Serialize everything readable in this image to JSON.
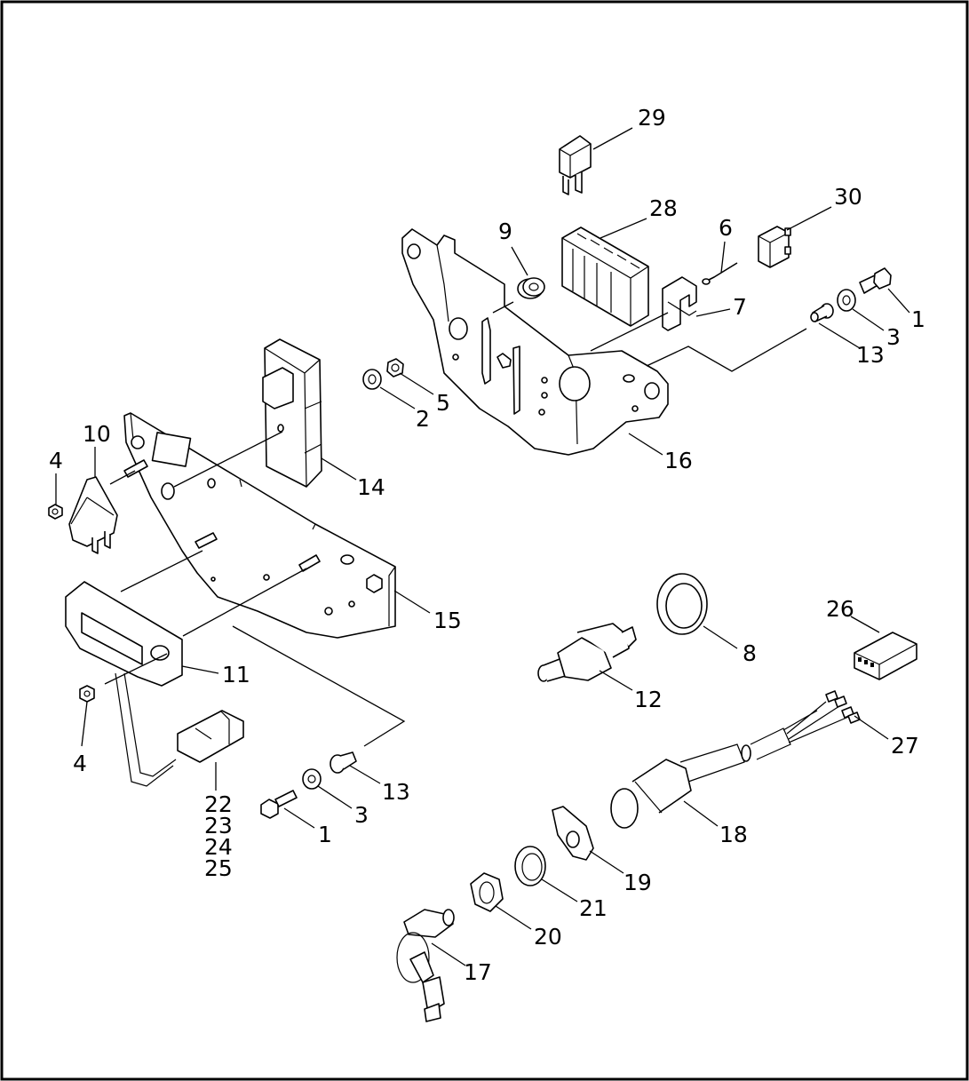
{
  "callouts": {
    "c1a": "1",
    "c1b": "1",
    "c2": "2",
    "c3a": "3",
    "c3b": "3",
    "c4a": "4",
    "c4b": "4",
    "c5": "5",
    "c6": "6",
    "c7": "7",
    "c8": "8",
    "c9": "9",
    "c10": "10",
    "c11": "11",
    "c12": "12",
    "c13a": "13",
    "c13b": "13",
    "c14": "14",
    "c15": "15",
    "c16": "16",
    "c17": "17",
    "c18": "18",
    "c19": "19",
    "c20": "20",
    "c21": "21",
    "c22": "22",
    "c23": "23",
    "c24": "24",
    "c25": "25",
    "c26": "26",
    "c27": "27",
    "c28": "28",
    "c29": "29",
    "c30": "30"
  }
}
